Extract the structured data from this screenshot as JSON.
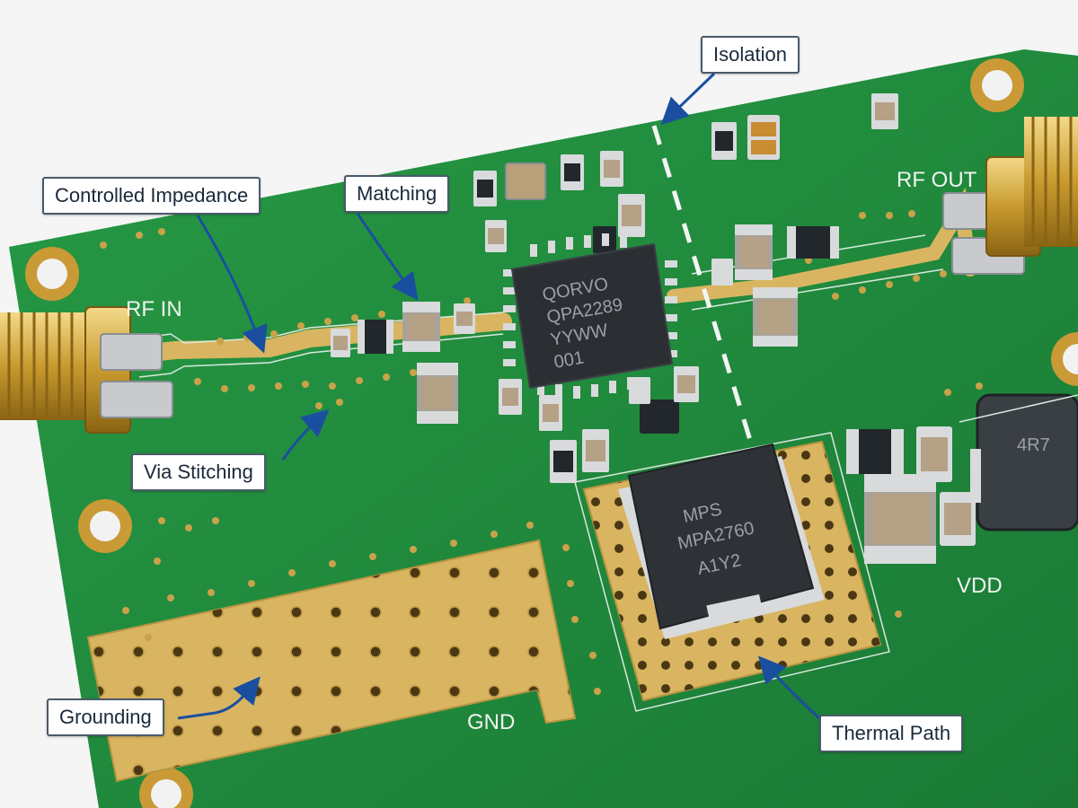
{
  "callouts": {
    "isolation": "Isolation",
    "controlled_impedance": "Controlled Impedance",
    "matching": "Matching",
    "via_stitching": "Via Stitching",
    "grounding": "Grounding",
    "thermal_path": "Thermal Path"
  },
  "silkscreen": {
    "rf_in": "RF IN",
    "rf_out": "RF OUT",
    "gnd": "GND",
    "vdd": "VDD"
  },
  "chips": {
    "amplifier": {
      "line1": "QORVO",
      "line2": "QPA2289",
      "line3": "YYWW",
      "line4": "001"
    },
    "regulator": {
      "line1": "MPS",
      "line2": "MPA2760",
      "line3": "A1Y2"
    },
    "inductor": {
      "line1": "4R7"
    }
  },
  "colors": {
    "board": "#1f8a3c",
    "copper_gold": "#d9b561",
    "callout_arrow": "#1a4fa0",
    "callout_border": "#4a5a6a"
  }
}
